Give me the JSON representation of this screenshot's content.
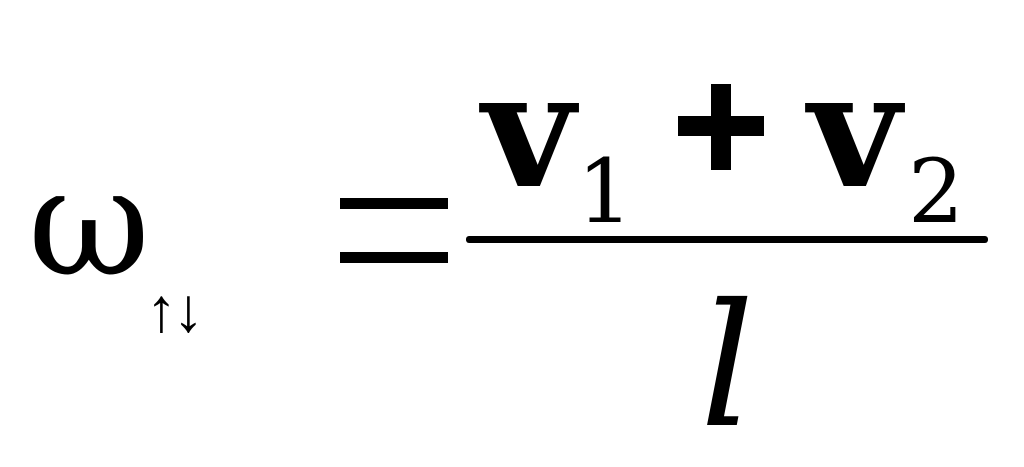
{
  "formula": {
    "lhs_symbol": "ω",
    "lhs_subscript": "↑↓",
    "numerator": {
      "term1": "v",
      "term1_subscript": "1",
      "operator": "+",
      "term2": "v",
      "term2_subscript": "2"
    },
    "denominator": "l"
  }
}
